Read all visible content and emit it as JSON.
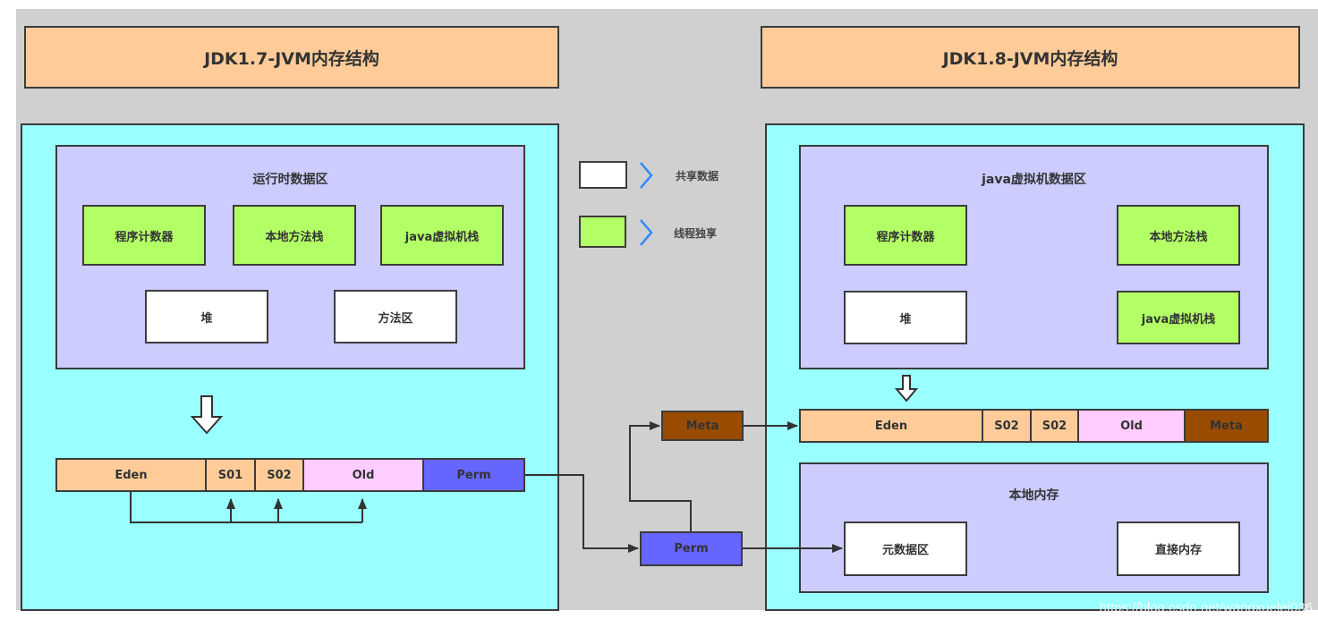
{
  "jdk17": {
    "title": "JDK1.7-JVM内存结构",
    "runtime_area": {
      "label": "运行时数据区",
      "thread_private": [
        "程序计数器",
        "本地方法栈",
        "java虚拟机栈"
      ],
      "shared": [
        "堆",
        "方法区"
      ]
    },
    "heap_bar": [
      "Eden",
      "S01",
      "S02",
      "Old",
      "Perm"
    ]
  },
  "jdk18": {
    "title": "JDK1.8-JVM内存结构",
    "jvm_area": {
      "label": "java虚拟机数据区",
      "program_counter": "程序计数器",
      "native_stack": "本地方法栈",
      "heap": "堆",
      "jvm_stack": "java虚拟机栈"
    },
    "heap_bar": [
      "Eden",
      "S02",
      "S02",
      "Old",
      "Meta"
    ],
    "native_memory": {
      "label": "本地内存",
      "metadata_area": "元数据区",
      "direct_memory": "直接内存"
    }
  },
  "legend": {
    "shared": "共享数据",
    "thread_private": "线程独享"
  },
  "transition": {
    "meta": "Meta",
    "perm": "Perm"
  },
  "colors": {
    "title_bg": "#ffcc99",
    "outer_bg": "#99ffff",
    "region_bg": "#ccccff",
    "thread_private": "#b3ff66",
    "shared": "#ffffff",
    "eden": "#ffcc99",
    "old": "#ffccff",
    "perm": "#6666ff",
    "meta": "#994c00",
    "legend_chevron": "#3388ff"
  },
  "watermark": "https://blog.csdn.net/wangxuelei036"
}
